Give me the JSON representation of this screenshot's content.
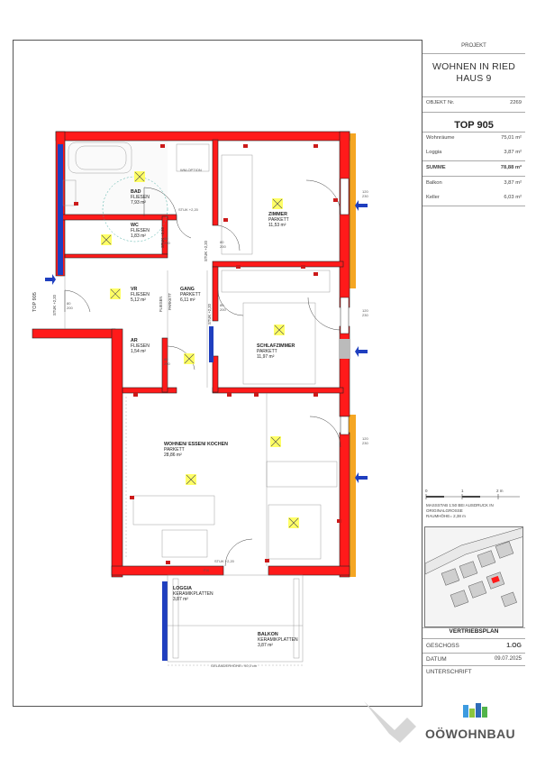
{
  "project": {
    "label": "PROJEKT",
    "name_line1": "WOHNEN IN RIED",
    "name_line2": "HAUS 9",
    "objekt_label": "OBJEKT Nr.",
    "objekt_value": "2269",
    "top_label": "TOP 905"
  },
  "areas": [
    {
      "label": "Wohnräume",
      "value": "75,01 m²"
    },
    {
      "label": "Loggia",
      "value": "3,87 m²"
    }
  ],
  "sum": {
    "label": "SUMME",
    "value": "78,88 m²"
  },
  "extras": [
    {
      "label": "Balkon",
      "value": "3,87 m²"
    },
    {
      "label": "Keller",
      "value": "6,03 m²"
    }
  ],
  "scale": {
    "ticks": [
      "0",
      "1",
      "2 m"
    ],
    "line1": "MASSSTAB  1:50  BEI  AUSDRUCK  IN",
    "line2": "ORIGINALGROSSE",
    "line3": "RAUMHÖHE= 2,38 m"
  },
  "footer": {
    "title": "VERTRIEBSPLAN",
    "geschoss_label": "GESCHOSS",
    "geschoss_value": "1.OG",
    "datum_label": "DATUM",
    "datum_value": "09.07.2025",
    "unterschrift_label": "UNTERSCHRIFT"
  },
  "logo": {
    "text": "OÖWOHNBAU"
  },
  "top_side_label": "TOP 905",
  "rooms": [
    {
      "name": "BAD",
      "floor": "FLIESEN",
      "area": "7,93 m²"
    },
    {
      "name": "WC",
      "floor": "FLIESEN",
      "area": "1,83 m²"
    },
    {
      "name": "ZIMMER",
      "floor": "PARKETT",
      "area": "11,53 m²"
    },
    {
      "name": "VR",
      "floor": "FLIESEN",
      "area": "5,12 m²"
    },
    {
      "name": "GANG",
      "floor": "PARKETT",
      "area": "6,11 m²"
    },
    {
      "name": "AR",
      "floor": "FLIESEN",
      "area": "1,54 m²"
    },
    {
      "name": "SCHLAFZIMMER",
      "floor": "PARKETT",
      "area": "11,97 m²"
    },
    {
      "name": "WOHNEN/ ESSEN/ KOCHEN",
      "floor": "PARKETT",
      "area": "28,86 m²"
    },
    {
      "name": "LOGGIA",
      "floor": "KERAMIKPLATTEN",
      "area": "3,87 m²"
    },
    {
      "name": "BALKON",
      "floor": "KERAMIKPLATTEN",
      "area": "3,87 m²"
    }
  ],
  "annotations": {
    "wm_option": "WM-OPTION",
    "stuk_1": "STUK +2,20",
    "stuk_2": "STUK +2,20",
    "stuk_3": "STUK +2,20",
    "stuk_4": "STUK +2,20",
    "stuk_5": "STUK +2,20",
    "stuk_6": "STUK +2,20",
    "door_80_200_a": "80\n200",
    "door_80_200_b": "80\n200",
    "door_80_200_c": "80\n200",
    "door_80_200_d": "80\n200",
    "door_80_200_e": "80\n200",
    "win_120_230_a": "120\n230",
    "win_120_230_b": "120\n230",
    "win_120_230_c": "120\n230",
    "fix": "FIX",
    "gelaender": "GELÄNDERHÖHE= 90,0 cm",
    "parkett": "PARKETT",
    "fliesen": "FLIESEN"
  },
  "colors": {
    "wall": "#ff1a1a",
    "wall_outline": "#222222",
    "window_blue": "#1f3fbf",
    "facade_orange": "#f5a623",
    "light_fixture": "#ffff66",
    "socket": "#cc1a1a"
  }
}
